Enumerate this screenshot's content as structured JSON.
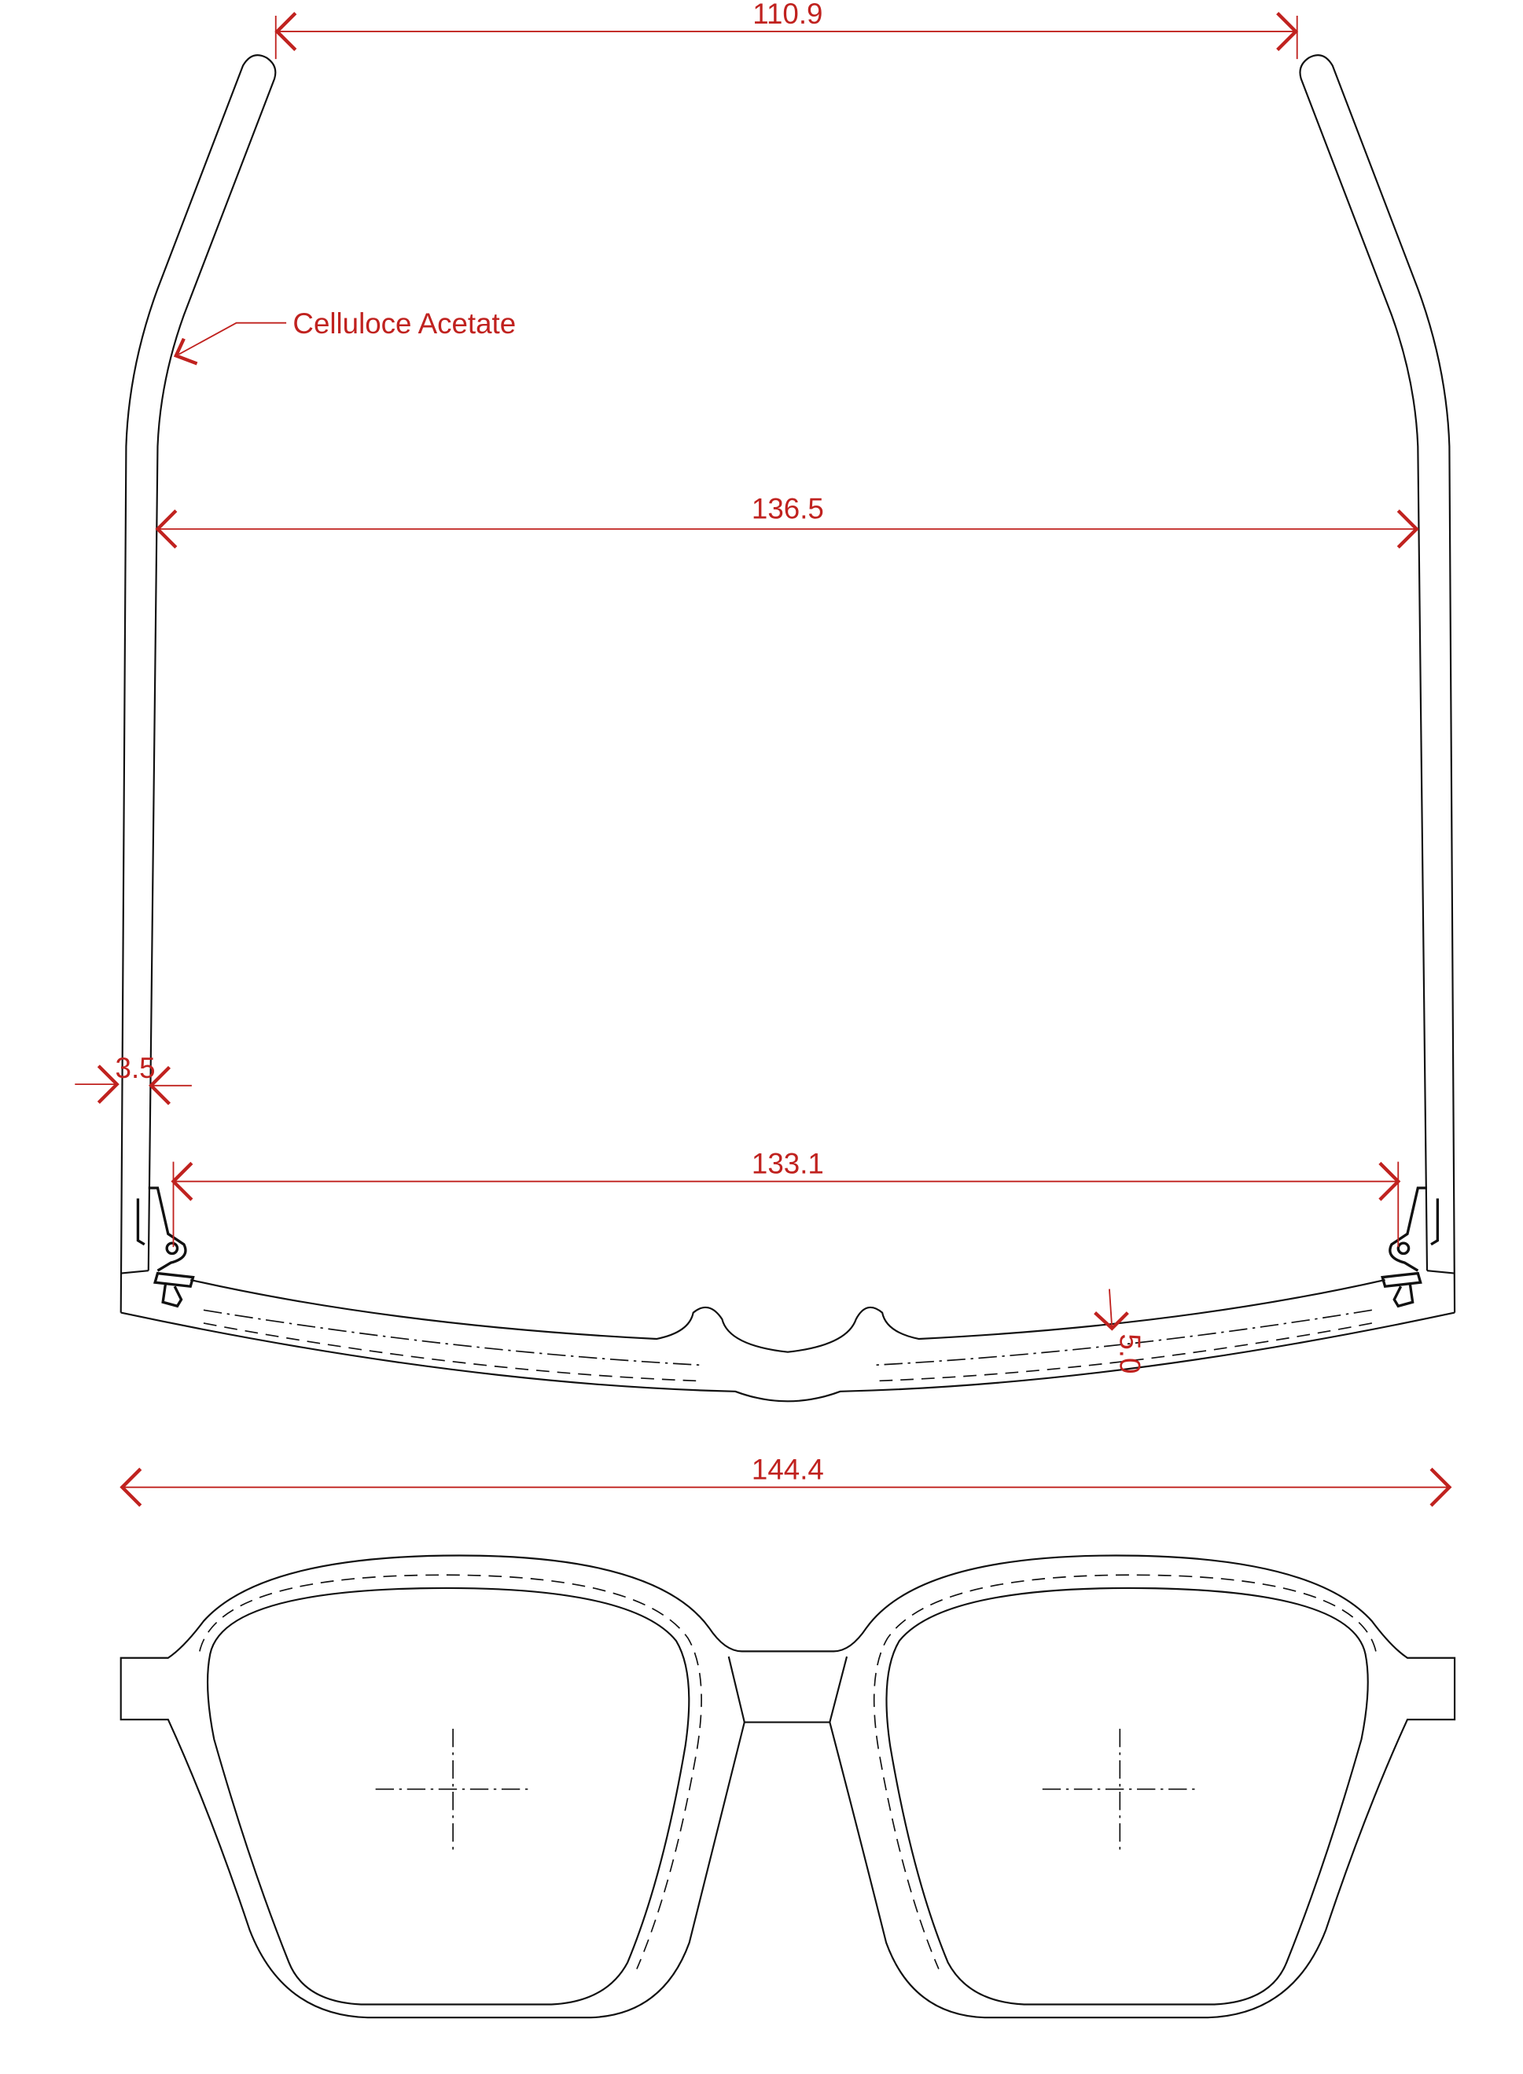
{
  "dimensions": {
    "temple_tip_width": "110.9",
    "temple_span_width": "136.5",
    "temple_thickness": "3.5",
    "hinge_width": "133.1",
    "front_thickness": "5.0",
    "overall_front_width": "144.4"
  },
  "annotations": {
    "material": "Celluloce Acetate"
  },
  "colors": {
    "dimension": "#c0221f",
    "outline": "#111111"
  }
}
